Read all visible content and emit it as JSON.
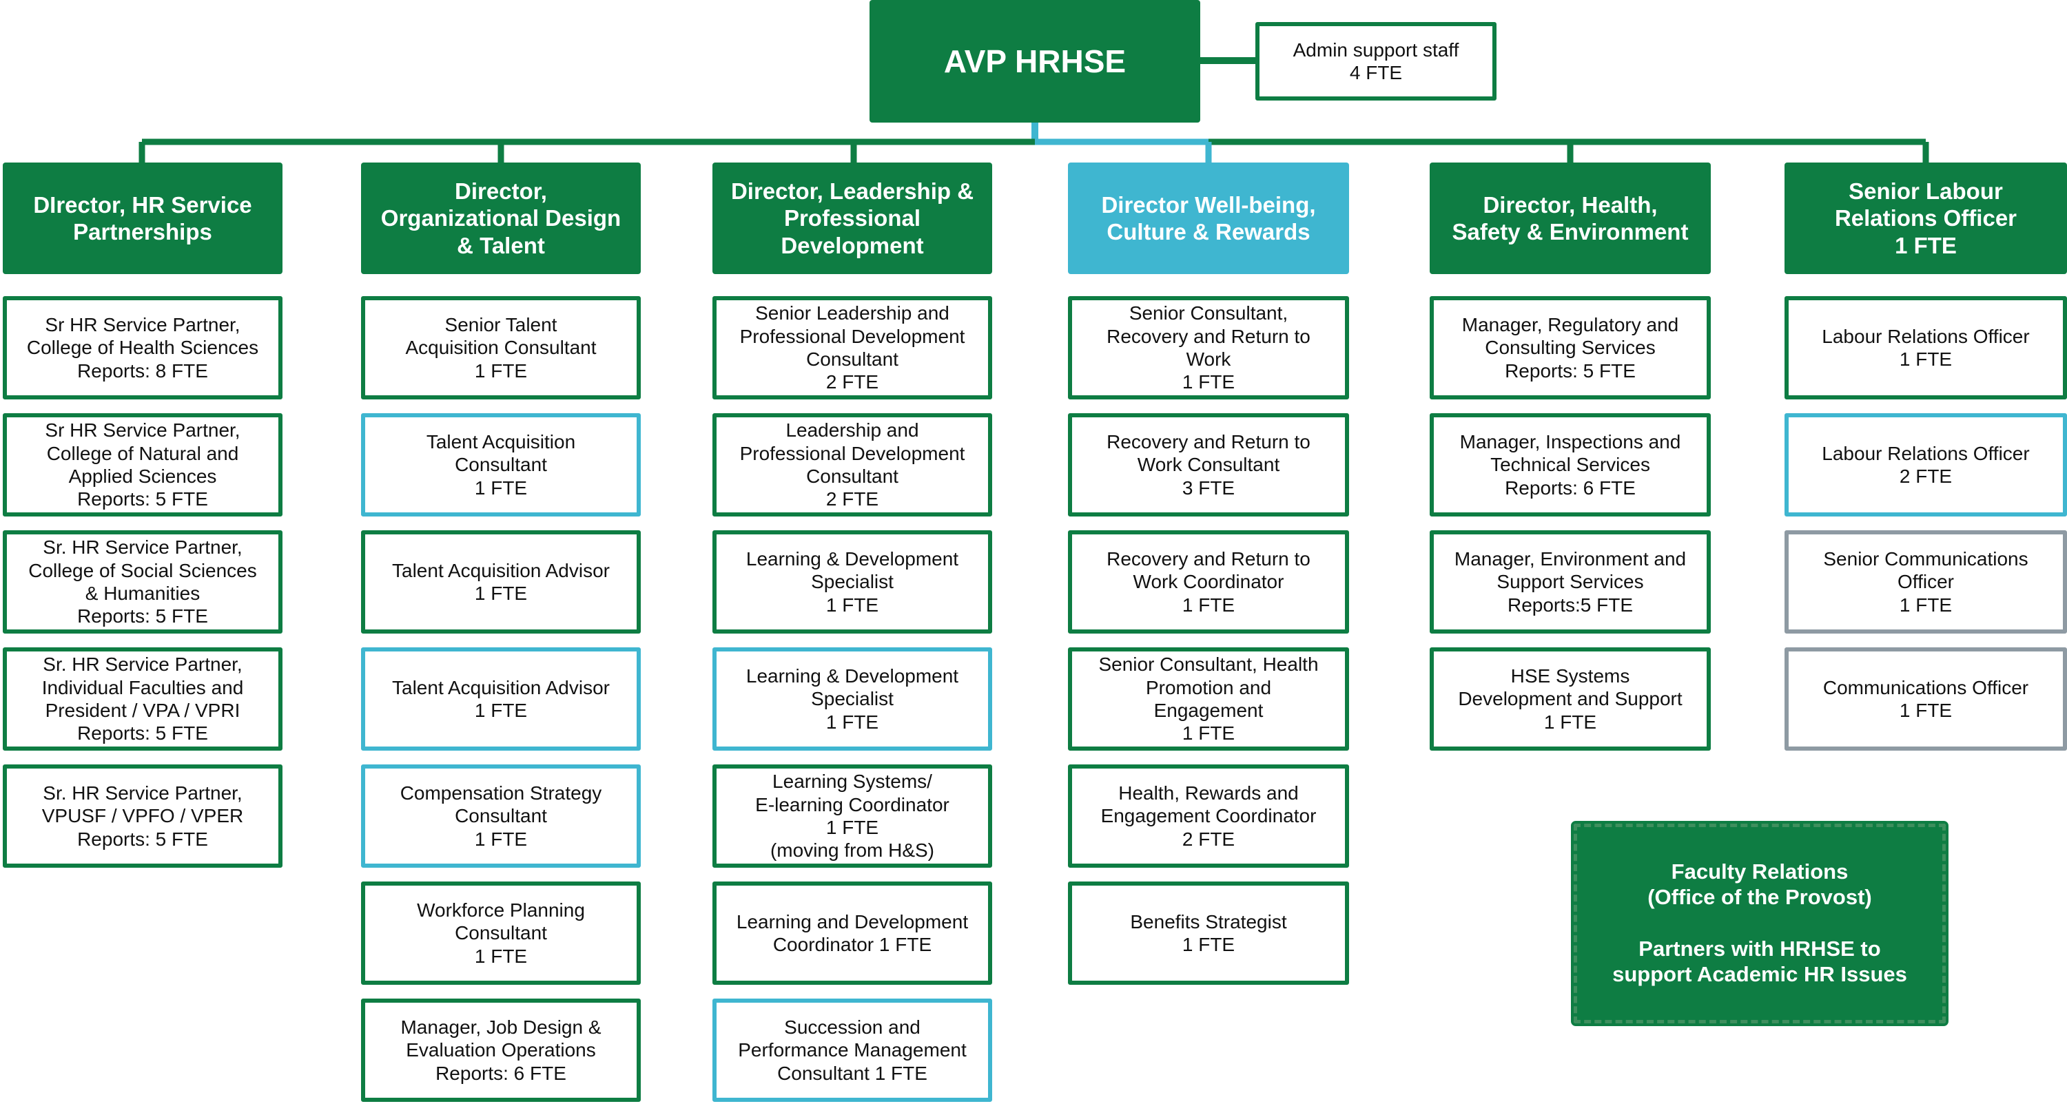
{
  "top": {
    "title": "AVP HRHSE"
  },
  "admin": {
    "lines": [
      "Admin support staff",
      "4 FTE"
    ]
  },
  "colors": {
    "green": "#0e7d43",
    "blue": "#3fb6d0",
    "grey": "#8e9aa3"
  },
  "columns": [
    {
      "header": [
        "DIrector, HR Service",
        "Partnerships"
      ],
      "header_color": "green",
      "boxes": [
        {
          "lines": [
            "Sr HR Service Partner,",
            "College of Health Sciences",
            "Reports: 8  FTE"
          ],
          "border": "green"
        },
        {
          "lines": [
            "Sr HR Service Partner,",
            "College of Natural and",
            "Applied Sciences",
            "Reports: 5 FTE"
          ],
          "border": "green"
        },
        {
          "lines": [
            "Sr. HR Service Partner,",
            "College of Social Sciences",
            "& Humanities",
            "Reports: 5  FTE"
          ],
          "border": "green"
        },
        {
          "lines": [
            "Sr. HR Service Partner,",
            "Individual Faculties and",
            "President / VPA / VPRI",
            "Reports: 5  FTE"
          ],
          "border": "green"
        },
        {
          "lines": [
            "Sr. HR Service Partner,",
            "VPUSF / VPFO / VPER",
            "Reports: 5 FTE"
          ],
          "border": "green"
        }
      ]
    },
    {
      "header": [
        "Director,",
        "Organizational Design",
        "& Talent"
      ],
      "header_color": "green",
      "boxes": [
        {
          "lines": [
            "Senior Talent",
            "Acquisition Consultant",
            "1 FTE"
          ],
          "border": "green"
        },
        {
          "lines": [
            "Talent Acquisition",
            "Consultant",
            "1 FTE"
          ],
          "border": "blue"
        },
        {
          "lines": [
            "Talent Acquisition Advisor",
            "1 FTE"
          ],
          "border": "green"
        },
        {
          "lines": [
            "Talent Acquisition Advisor",
            "1 FTE"
          ],
          "border": "blue"
        },
        {
          "lines": [
            "Compensation Strategy",
            "Consultant",
            "1 FTE"
          ],
          "border": "blue"
        },
        {
          "lines": [
            "Workforce Planning",
            "Consultant",
            "1 FTE"
          ],
          "border": "green"
        },
        {
          "lines": [
            "Manager, Job Design &",
            "Evaluation Operations",
            "Reports: 6 FTE"
          ],
          "border": "green"
        }
      ]
    },
    {
      "header": [
        "Director, Leadership &",
        "Professional",
        "Development"
      ],
      "header_color": "green",
      "boxes": [
        {
          "lines": [
            "Senior Leadership and",
            "Professional Development",
            "Consultant",
            "2 FTE"
          ],
          "border": "green"
        },
        {
          "lines": [
            "Leadership and",
            "Professional Development",
            "Consultant",
            "2 FTE"
          ],
          "border": "green"
        },
        {
          "lines": [
            "Learning & Development",
            "Specialist",
            "1 FTE"
          ],
          "border": "green"
        },
        {
          "lines": [
            "Learning & Development",
            "Specialist",
            "1 FTE"
          ],
          "border": "blue"
        },
        {
          "lines": [
            "Learning Systems/",
            "E-learning Coordinator",
            "1 FTE",
            "(moving from H&S)"
          ],
          "border": "green"
        },
        {
          "lines": [
            "Learning and Development",
            "Coordinator 1 FTE"
          ],
          "border": "green"
        },
        {
          "lines": [
            "Succession and",
            "Performance Management",
            "Consultant 1 FTE"
          ],
          "border": "blue"
        }
      ]
    },
    {
      "header": [
        "Director Well-being,",
        "Culture & Rewards"
      ],
      "header_color": "blue",
      "boxes": [
        {
          "lines": [
            "Senior Consultant,",
            "Recovery and Return to",
            "Work",
            "1 FTE"
          ],
          "border": "green"
        },
        {
          "lines": [
            "Recovery and Return to",
            "Work Consultant",
            "3 FTE"
          ],
          "border": "green"
        },
        {
          "lines": [
            "Recovery and Return to",
            "Work Coordinator",
            "1 FTE"
          ],
          "border": "green"
        },
        {
          "lines": [
            "Senior Consultant, Health",
            "Promotion and",
            "Engagement",
            "1 FTE"
          ],
          "border": "green"
        },
        {
          "lines": [
            "Health, Rewards and",
            "Engagement Coordinator",
            "2 FTE"
          ],
          "border": "green"
        },
        {
          "lines": [
            "Benefits Strategist",
            "1 FTE"
          ],
          "border": "green"
        }
      ]
    },
    {
      "header": [
        "Director, Health,",
        "Safety & Environment"
      ],
      "header_color": "green",
      "boxes": [
        {
          "lines": [
            "Manager, Regulatory and",
            "Consulting Services",
            "Reports: 5 FTE"
          ],
          "border": "green"
        },
        {
          "lines": [
            "Manager, Inspections and",
            "Technical Services",
            "Reports: 6 FTE"
          ],
          "border": "green"
        },
        {
          "lines": [
            "Manager, Environment and",
            "Support Services",
            "Reports:5 FTE"
          ],
          "border": "green"
        },
        {
          "lines": [
            "HSE Systems",
            "Development and Support",
            "1 FTE"
          ],
          "border": "green"
        }
      ]
    },
    {
      "header": [
        "Senior Labour",
        "Relations Officer",
        "1 FTE"
      ],
      "header_color": "green",
      "boxes": [
        {
          "lines": [
            "Labour Relations Officer",
            "1 FTE"
          ],
          "border": "green"
        },
        {
          "lines": [
            "Labour Relations Officer",
            "2 FTE"
          ],
          "border": "blue"
        },
        {
          "lines": [
            "Senior Communications",
            "Officer",
            "1 FTE"
          ],
          "border": "grey"
        },
        {
          "lines": [
            "Communications Officer",
            "1 FTE"
          ],
          "border": "grey"
        }
      ]
    }
  ],
  "faculty": {
    "lines_a": [
      "Faculty Relations",
      "(Office of the Provost)"
    ],
    "lines_b": [
      "Partners with HRHSE to",
      "support Academic HR Issues"
    ]
  }
}
